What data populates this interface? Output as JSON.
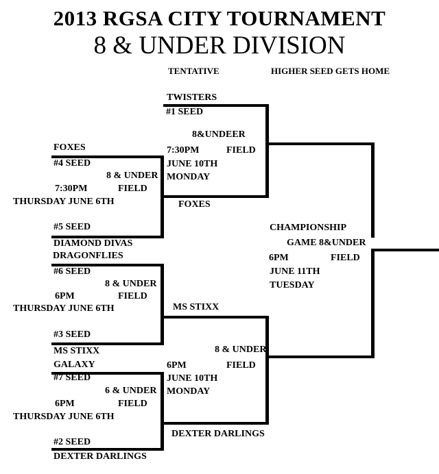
{
  "page": {
    "background_color": "#ffffff",
    "text_color": "#000000",
    "line_color": "#000000"
  },
  "header": {
    "title": "2013 RGSA CITY TOURNAMENT",
    "subtitle": "8 & UNDER DIVISION",
    "tentative_note": "TENTATIVE",
    "home_note": "HIGHER SEED GETS HOME"
  },
  "round1": {
    "game1": {
      "top_team": "FOXES",
      "top_seed": "#4 SEED",
      "division": "8 & UNDER",
      "time": "7:30PM",
      "field": "FIELD",
      "date": "THURSDAY JUNE 6TH",
      "bottom_seed": "#5 SEED",
      "bottom_team": "DIAMOND DIVAS"
    },
    "game2": {
      "top_team": "DRAGONFLIES",
      "top_seed": "#6 SEED",
      "division": "8 & UNDER",
      "time": "6PM",
      "field": "FIELD",
      "date": "THURSDAY JUNE 6TH",
      "bottom_seed": "#3 SEED",
      "bottom_team": "MS STIXX"
    },
    "game3": {
      "top_team": "GALAXY",
      "top_seed": "#7 SEED",
      "division": "6 & UNDER",
      "time": "6PM",
      "field": "FIELD",
      "date": "THURSDAY JUNE 6TH",
      "bottom_seed": "#2 SEED",
      "bottom_team": "DEXTER DARLINGS"
    }
  },
  "semifinals": {
    "game1": {
      "top_team": "TWISTERS",
      "top_seed": "#1 SEED",
      "division": "8&UNDEER",
      "time": "7:30PM",
      "field": "FIELD",
      "date": "JUNE 10TH",
      "day": "MONDAY",
      "bottom_team": "FOXES"
    },
    "game2": {
      "top_team": "MS STIXX",
      "division": "8 & UNDER",
      "time": "6PM",
      "field": "FIELD",
      "date": "JUNE 10TH",
      "day": "MONDAY",
      "bottom_team": "DEXTER DARLINGS"
    }
  },
  "championship": {
    "title_line1": "CHAMPIONSHIP",
    "title_line2": "GAME 8&UNDER",
    "time": "6PM",
    "field": "FIELD",
    "date": "JUNE 11TH",
    "day": "TUESDAY"
  }
}
